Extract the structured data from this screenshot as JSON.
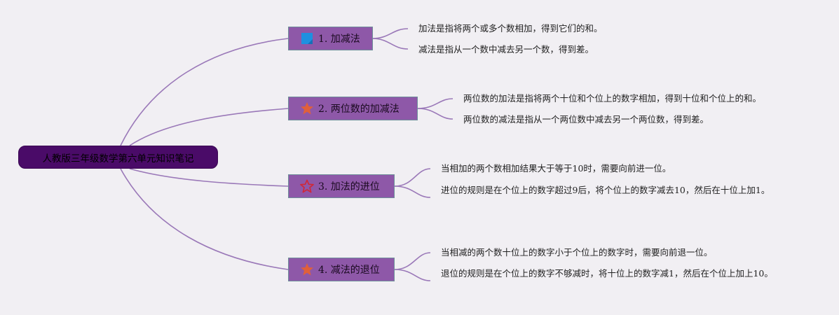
{
  "root": {
    "title": "人教版三年级数学第六单元知识笔记"
  },
  "branches": [
    {
      "label": "1. 加减法",
      "icon": "blue-square-icon",
      "notes": [
        "加法是指将两个或多个数相加，得到它们的和。",
        "减法是指从一个数中减去另一个数，得到差。"
      ]
    },
    {
      "label": "2. 两位数的加减法",
      "icon": "orange-star-icon",
      "notes": [
        "两位数的加法是指将两个十位和个位上的数字相加，得到十位和个位上的和。",
        "两位数的减法是指从一个两位数中减去另一个两位数，得到差。"
      ]
    },
    {
      "label": "3. 加法的进位",
      "icon": "red-outline-star-icon",
      "notes": [
        "当相加的两个数相加结果大于等于10时，需要向前进一位。",
        "进位的规则是在个位上的数字超过9后，将个位上的数字减去10，然后在十位上加1。"
      ]
    },
    {
      "label": "4. 减法的退位",
      "icon": "orange-star-icon",
      "notes": [
        "当相减的两个数十位上的数字小于个位上的数字时，需要向前退一位。",
        "退位的规则是在个位上的数字不够减时，将十位上的数字减1，然后在个位上加上10。"
      ]
    }
  ],
  "colors": {
    "background": "#f1eff3",
    "connector": "#9a78b8",
    "root_fill": "#4a0b68",
    "branch_fill": "#8e58a8",
    "branch_border": "#6f8f9a",
    "blue_square": "#1e90e0",
    "orange_star": "#e0603a",
    "red_star_outline": "#d02838"
  }
}
